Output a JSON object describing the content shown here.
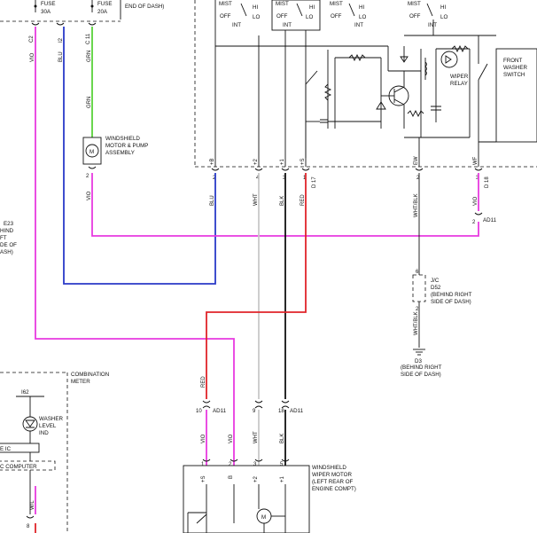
{
  "colors": {
    "vio": "#e83ae0",
    "blu": "#2a3ac8",
    "grn": "#5ad23a",
    "red": "#e0242a",
    "wht": "#c8c8c8",
    "blk": "#111111"
  },
  "top": {
    "fuse1_label": "FUSE",
    "fuse1_rating": "30A",
    "fuse2_label": "FUSE",
    "fuse2_rating": "20A",
    "dash_note": "END OF DASH)"
  },
  "switch": {
    "mist": "MIST",
    "off": "OFF",
    "int": "INT",
    "lo": "LO",
    "hi": "HI"
  },
  "relay": {
    "wiper_relay": "WIPER RELAY",
    "front_washer": "FRONT WASHER SWITCH"
  },
  "pump": {
    "name": "WINDSHIELD MOTOR & PUMP ASSEMBLY"
  },
  "wire_labels": {
    "vio": "VIO",
    "blu": "BLU",
    "grn": "GRN",
    "red": "RED",
    "wht": "WHT",
    "blk": "BLK",
    "whtblk": "WHT/BLK",
    "wbl": "W/L"
  },
  "connectors": {
    "c2": "C2",
    "i2": "I2",
    "c11": "C 11",
    "d17": "D 17",
    "d18": "D 18",
    "ad11": "AD11",
    "plus_b": "+B",
    "plus_2": "+2",
    "plus_1": "+1",
    "plus_s": "+S",
    "ew": "EW",
    "wf": "WF"
  },
  "jc": {
    "code": "J/C",
    "d52": "D52",
    "loc": "(BEHIND RIGHT SIDE OF DASH)",
    "ground": "D3",
    "ground_loc": "(BEHIND RIGHT SIDE OF DASH)"
  },
  "left_note": {
    "e23": "E23",
    "l1": "HIND",
    "l2": "FT",
    "l3": "DE OF",
    "l4": "ASH)"
  },
  "meter": {
    "combination": "COMBINATION METER",
    "i62": "I62",
    "washer_level": "WASHER LEVEL IND",
    "ic": "E IC",
    "computer": "C COMPUTER"
  },
  "motor": {
    "name": "WINDSHIELD WIPER MOTOR",
    "loc": "(LEFT REAR OF ENGINE COMPT)"
  },
  "pins": {
    "p2": "2",
    "p4": "4",
    "p3": "3",
    "p1": "1",
    "p6": "6",
    "p8": "8",
    "p9": "9",
    "p10": "10",
    "p18": "18"
  }
}
